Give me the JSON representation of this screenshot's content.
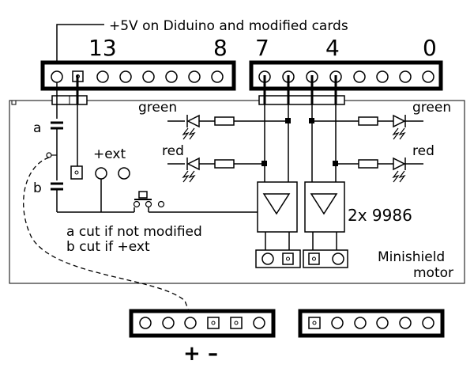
{
  "top_note": "+5V on Diduino and modified cards",
  "pin_numbers": {
    "p13": "13",
    "p8": "8",
    "p7": "7",
    "p4": "4",
    "p0": "0"
  },
  "led_labels": {
    "green_left": "green",
    "red_left": "red",
    "green_right": "green",
    "red_right": "red"
  },
  "jumper_labels": {
    "a": "a",
    "b": "b",
    "ext": "+ext"
  },
  "cut_notes": {
    "line_a": "a  cut  if  not  modified",
    "line_b": "b  cut  if  +ext"
  },
  "driver_label": "2x 9986",
  "board_name": {
    "line1": "Minishield",
    "line2": "motor"
  },
  "power_labels": {
    "plus": "+",
    "minus": "–"
  },
  "colors": {
    "ink": "#000000",
    "background": "#ffffff"
  }
}
